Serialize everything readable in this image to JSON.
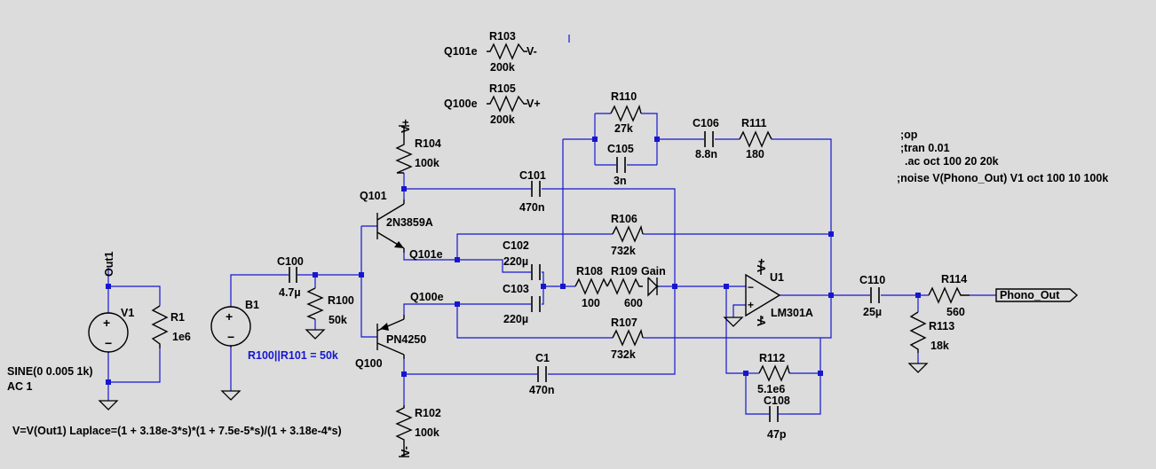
{
  "colors": {
    "background": "#dcdcdc",
    "wire": "#1616d0",
    "component": "#000000"
  },
  "components": {
    "R103": {
      "name": "R103",
      "value": "200k",
      "left": "Q101e",
      "right": "V-"
    },
    "R105": {
      "name": "R105",
      "value": "200k",
      "left": "Q100e",
      "right": "V+"
    },
    "R110": {
      "name": "R110",
      "value": "27k"
    },
    "C105": {
      "name": "C105",
      "value": "3n"
    },
    "C106": {
      "name": "C106",
      "value": "8.8n"
    },
    "R111": {
      "name": "R111",
      "value": "180"
    },
    "R104": {
      "name": "R104",
      "value": "100k",
      "supply": "V+"
    },
    "Q101": {
      "name": "Q101",
      "model": "2N3859A",
      "emitter": "Q101e"
    },
    "C101": {
      "name": "C101",
      "value": "470n"
    },
    "R106": {
      "name": "R106",
      "value": "732k"
    },
    "C102": {
      "name": "C102",
      "value": "220µ"
    },
    "C103": {
      "name": "C103",
      "value": "220µ"
    },
    "R108": {
      "name": "R108",
      "value": "100"
    },
    "R109": {
      "name": "R109",
      "label": "Gain",
      "value": "600"
    },
    "U1": {
      "name": "U1",
      "model": "LM301A",
      "pos": "V+",
      "neg": "V-"
    },
    "C110": {
      "name": "C110",
      "value": "25µ"
    },
    "R114": {
      "name": "R114",
      "value": "560"
    },
    "R113": {
      "name": "R113",
      "value": "18k"
    },
    "C100": {
      "name": "C100",
      "value": "4.7µ"
    },
    "R100": {
      "name": "R100",
      "value": "50k"
    },
    "B1": {
      "name": "B1"
    },
    "Q100": {
      "name": "Q100",
      "model": "PN4250",
      "emitter": "Q100e"
    },
    "R107": {
      "name": "R107",
      "value": "732k"
    },
    "C1": {
      "name": "C1",
      "value": "470n"
    },
    "R112": {
      "name": "R112",
      "value": "5.1e6"
    },
    "C108": {
      "name": "C108",
      "value": "47p"
    },
    "R102": {
      "name": "R102",
      "value": "100k",
      "supply": "V-"
    },
    "V1": {
      "name": "V1",
      "value": "SINE(0 0.005 1k)",
      "ac": "AC 1"
    },
    "R1": {
      "name": "R1",
      "value": "1e6"
    }
  },
  "nets": {
    "out1": "Out1",
    "phono_out": "Phono_Out"
  },
  "directives": [
    ";op",
    ";tran 0.01",
    ".ac oct 100 20 20k",
    ";noise V(Phono_Out) V1 oct 100 10 100k"
  ],
  "notes": {
    "parallel": "R100||R101 = 50k"
  },
  "b1_expression": "V=V(Out1) Laplace=(1 + 3.18e-3*s)*(1 + 7.5e-5*s)/(1 + 3.18e-4*s)"
}
